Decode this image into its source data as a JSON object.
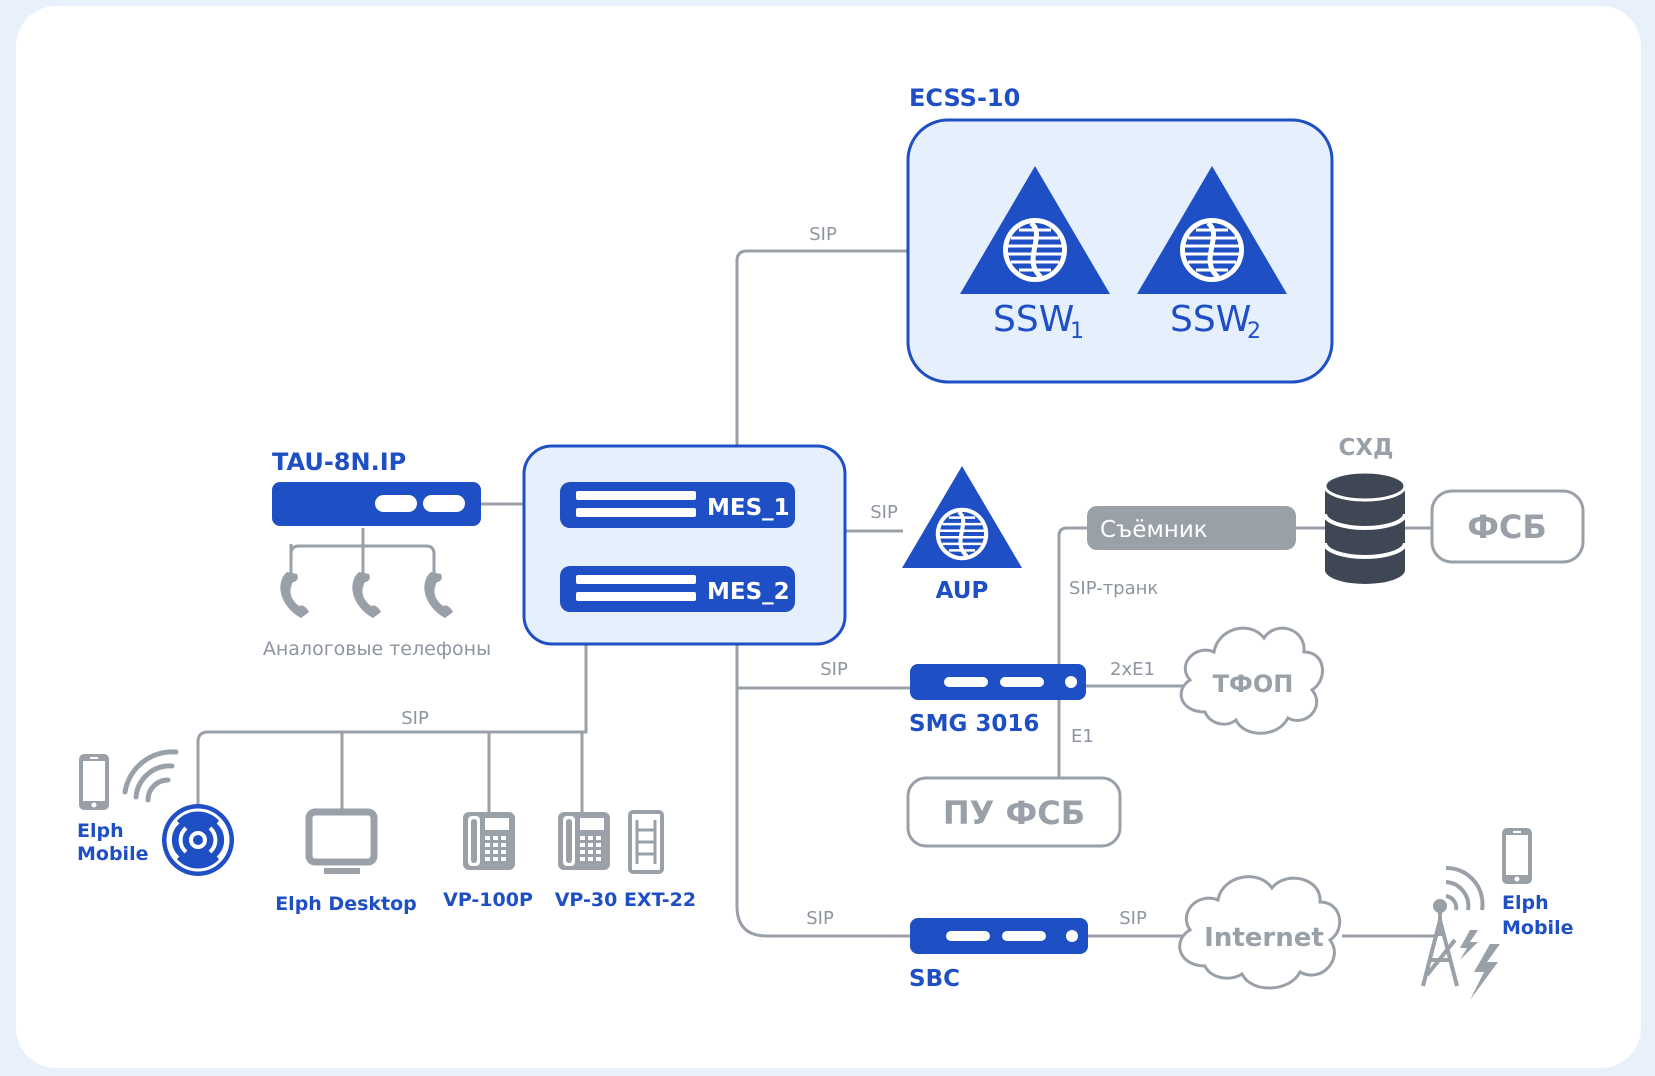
{
  "ecss": {
    "title": "ECSS-10",
    "ssw1": "SSW",
    "ssw1_sub": "1",
    "ssw2": "SSW",
    "ssw2_sub": "2"
  },
  "tau": {
    "title": "TAU-8N.IP",
    "phones_label": "Аналоговые телефоны"
  },
  "mes": {
    "mes1": "MES_1",
    "mes2": "MES_2"
  },
  "aup": {
    "label": "AUP"
  },
  "storage": {
    "title": "СХД",
    "fsb": "ФСБ",
    "remover": "Съёмник",
    "sip_trunk": "SIP-транк"
  },
  "smg": {
    "label": "SMG 3016",
    "e1x2": "2xE1",
    "e1": "E1",
    "pstn": "ТФОП",
    "pu_fsb": "ПУ ФСБ"
  },
  "sbc": {
    "label": "SBC",
    "internet": "Internet"
  },
  "endpoints": {
    "elph_mobile_left_1": "Elph",
    "elph_mobile_left_2": "Mobile",
    "elph_desktop": "Elph Desktop",
    "vp100p": "VP-100P",
    "vp30": "VP-30",
    "ext22": "EXT-22",
    "elph_mobile_right_1": "Elph",
    "elph_mobile_right_2": "Mobile"
  },
  "links": {
    "sip_ecss": "SIP",
    "sip_aup": "SIP",
    "sip_smg": "SIP",
    "sip_endpoints": "SIP",
    "sip_sbc_left": "SIP",
    "sip_sbc_right": "SIP"
  },
  "colors": {
    "brand_blue": "#1f4fc4",
    "light_fill": "#e6effc",
    "link_gray": "#9aa0a8",
    "storage_dark": "#3f4754"
  }
}
